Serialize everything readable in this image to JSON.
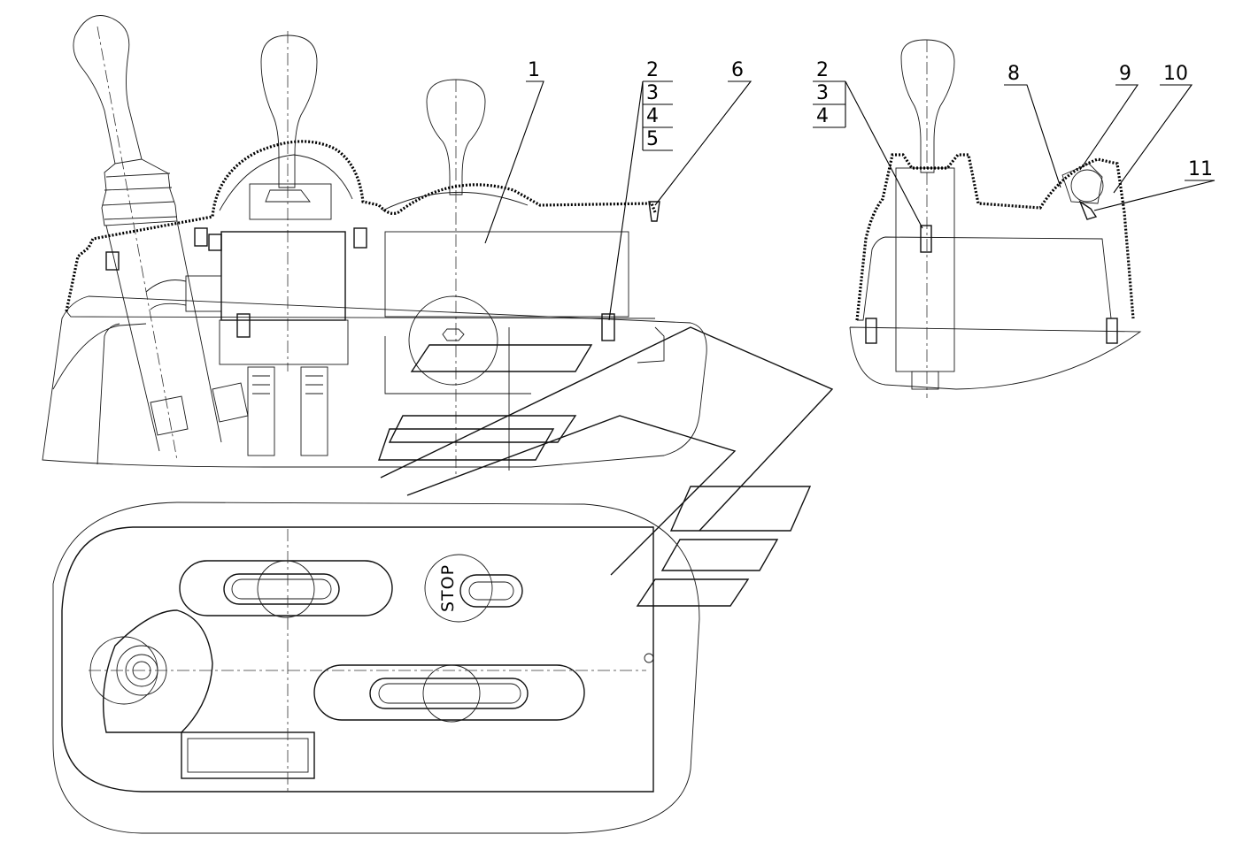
{
  "callouts": {
    "c1": "1",
    "c2": "2",
    "c3": "3",
    "c4": "4",
    "c5": "5",
    "c6": "6",
    "s2": "2",
    "s3": "3",
    "s4": "4",
    "c8": "8",
    "c9": "9",
    "c10": "10",
    "c11": "11"
  },
  "plan": {
    "stop_label": "STOP"
  }
}
